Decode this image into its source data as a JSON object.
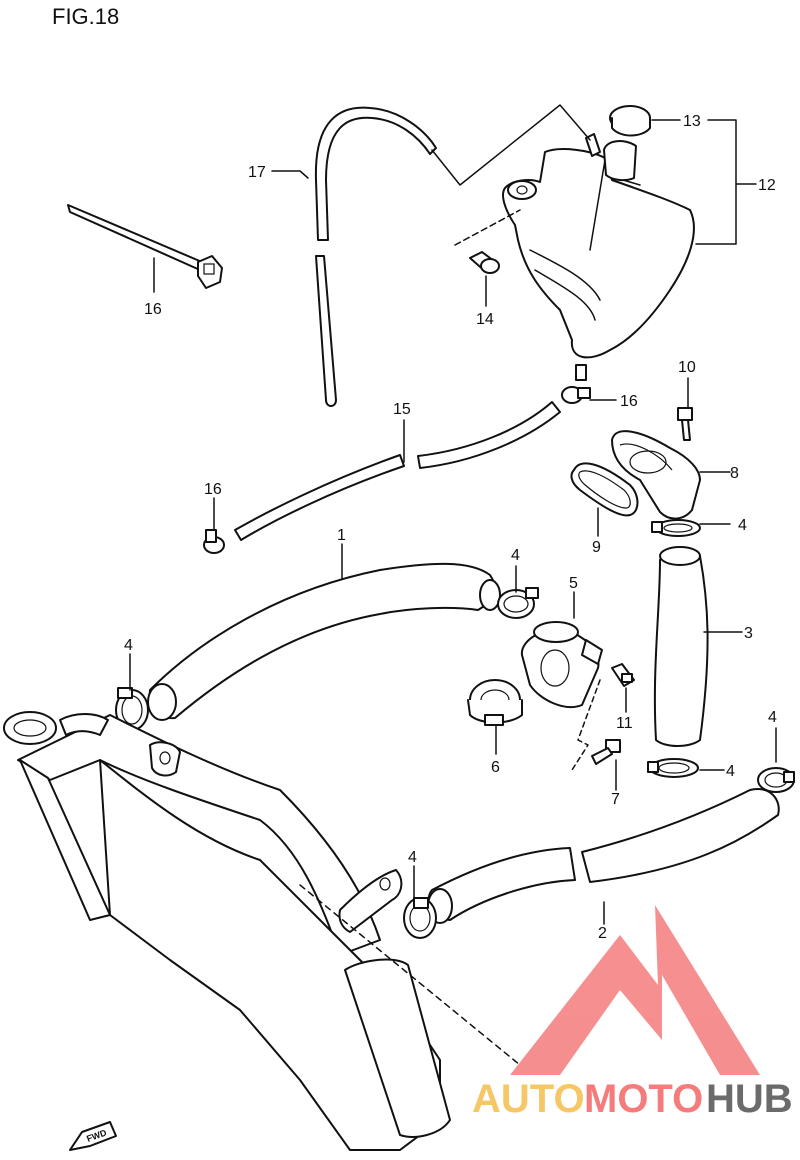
{
  "figure": {
    "title": "FIG.18"
  },
  "callouts": [
    {
      "id": "c17",
      "text": "17"
    },
    {
      "id": "c13",
      "text": "13"
    },
    {
      "id": "c12",
      "text": "12"
    },
    {
      "id": "c16a",
      "text": "16"
    },
    {
      "id": "c14",
      "text": "14"
    },
    {
      "id": "c10",
      "text": "10"
    },
    {
      "id": "c16b",
      "text": "16"
    },
    {
      "id": "c15",
      "text": "15"
    },
    {
      "id": "c8",
      "text": "8"
    },
    {
      "id": "c16c",
      "text": "16"
    },
    {
      "id": "c4a",
      "text": "4"
    },
    {
      "id": "c9",
      "text": "9"
    },
    {
      "id": "c1",
      "text": "1"
    },
    {
      "id": "c4b",
      "text": "4"
    },
    {
      "id": "c5",
      "text": "5"
    },
    {
      "id": "c3",
      "text": "3"
    },
    {
      "id": "c4c",
      "text": "4"
    },
    {
      "id": "c11",
      "text": "11"
    },
    {
      "id": "c6",
      "text": "6"
    },
    {
      "id": "c4d",
      "text": "4"
    },
    {
      "id": "c4e",
      "text": "4"
    },
    {
      "id": "c7",
      "text": "7"
    },
    {
      "id": "c4f",
      "text": "4"
    },
    {
      "id": "c2",
      "text": "2"
    }
  ],
  "watermark": {
    "part1": "AUTO",
    "part2": "MOTO",
    "part3": "HUB",
    "color_accent": "#f47c7c",
    "color_auto": "#f6c766",
    "color_hub": "#6b6b6b"
  },
  "fwd_badge": {
    "text": "FWD"
  }
}
